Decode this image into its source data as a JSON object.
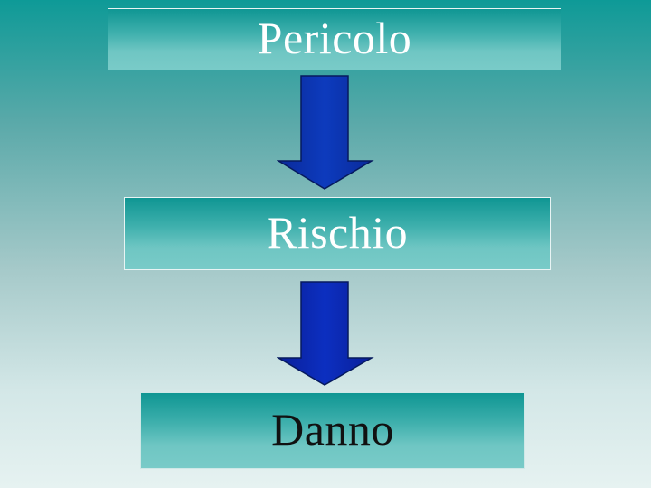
{
  "diagram": {
    "nodes": [
      {
        "label": "Pericolo"
      },
      {
        "label": "Rischio"
      },
      {
        "label": "Danno"
      }
    ],
    "colors": {
      "arrow_fill": "#0a2fa6",
      "arrow_stroke": "#061a5e",
      "box_fill": "#3fb0ad",
      "background_top": "#0e9a97",
      "background_bottom": "#e6f2f1"
    }
  }
}
